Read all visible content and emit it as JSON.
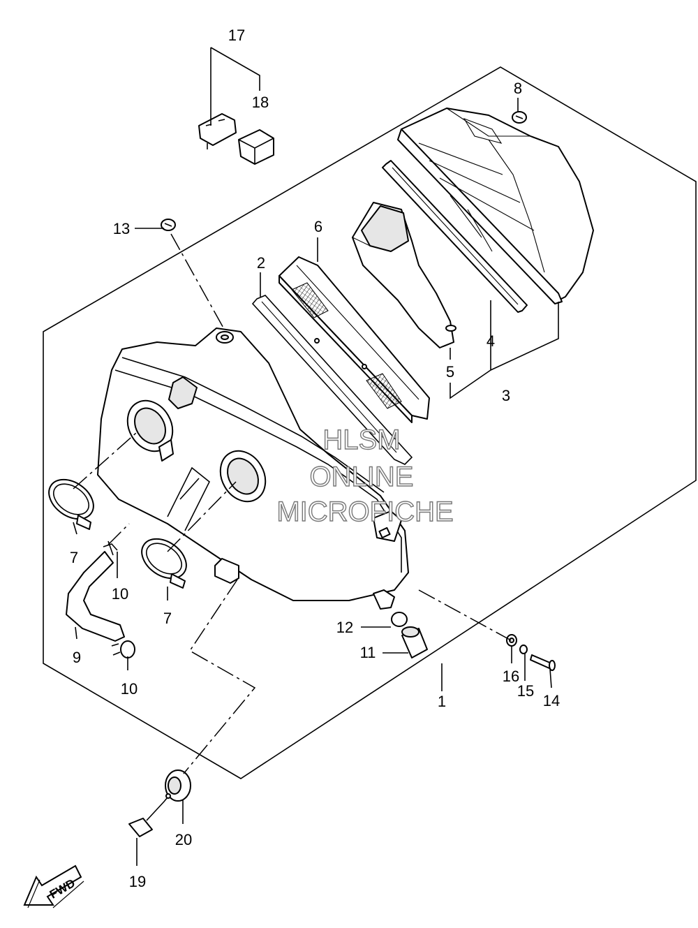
{
  "watermark": {
    "line1": "HLSM",
    "line2": "ONLINE",
    "line3": "MICROFICHE"
  },
  "fwd_label": "FWD",
  "callouts": {
    "c1": "1",
    "c2": "2",
    "c3": "3",
    "c4": "4",
    "c5": "5",
    "c6": "6",
    "c7a": "7",
    "c7b": "7",
    "c8": "8",
    "c9": "9",
    "c10a": "10",
    "c10b": "10",
    "c11": "11",
    "c12": "12",
    "c13": "13",
    "c14": "14",
    "c15": "15",
    "c16": "16",
    "c17": "17",
    "c18": "18",
    "c19": "19",
    "c20": "20"
  }
}
